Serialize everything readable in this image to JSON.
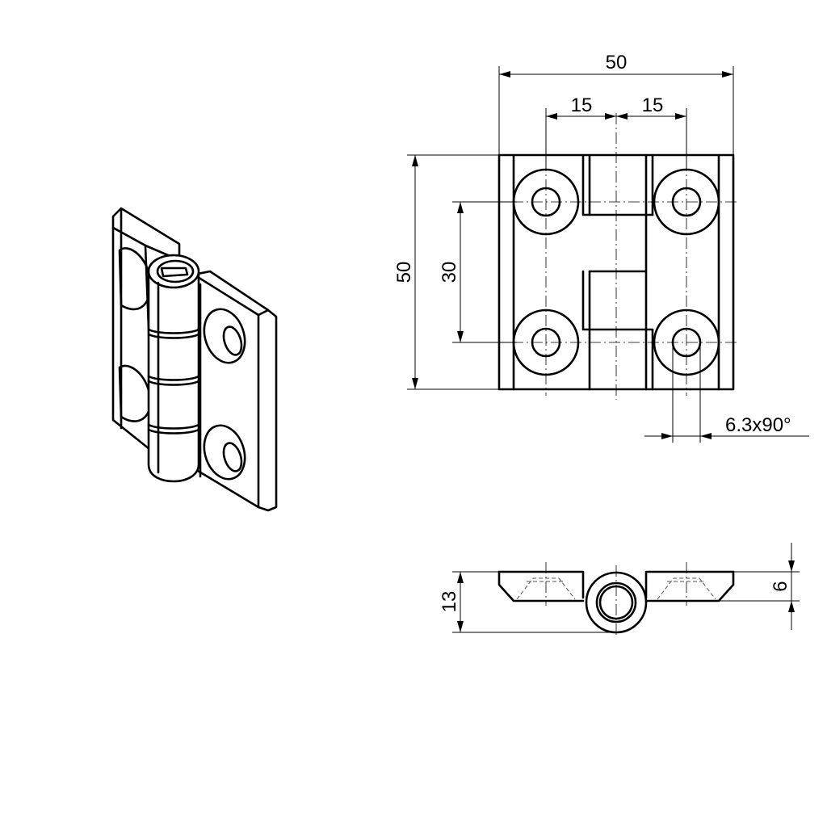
{
  "dimensions": {
    "overall_width": "50",
    "hole_pitch_left": "15",
    "hole_pitch_right": "15",
    "overall_height": "50",
    "hole_vertical_spacing": "30",
    "countersink": "6.3x90°",
    "total_thickness": "13",
    "leaf_thickness": "6"
  }
}
